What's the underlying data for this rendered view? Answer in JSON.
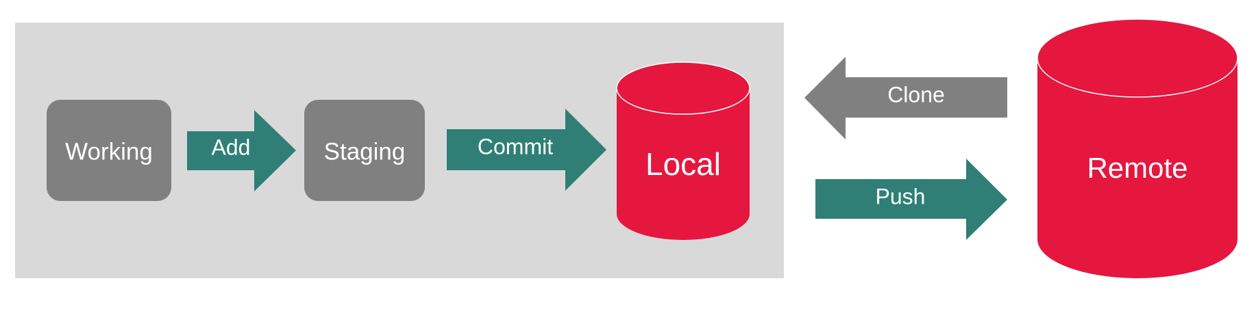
{
  "colors": {
    "panel": "#d9d9d9",
    "box": "#808080",
    "arrow_teal": "#2f7f76",
    "arrow_gray": "#808080",
    "cylinder": "#e5173f",
    "text": "#ffffff"
  },
  "nodes": {
    "working": "Working",
    "staging": "Staging",
    "local": "Local",
    "remote": "Remote"
  },
  "arrows": {
    "add": "Add",
    "commit": "Commit",
    "clone": "Clone",
    "push": "Push"
  }
}
